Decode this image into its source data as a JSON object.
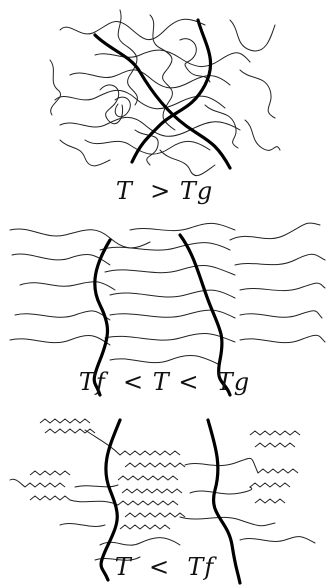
{
  "panels": [
    {
      "caption": "T  > Tg"
    },
    {
      "caption": "Tf  < T <  Tg"
    },
    {
      "caption": "T  <  Tf"
    }
  ]
}
